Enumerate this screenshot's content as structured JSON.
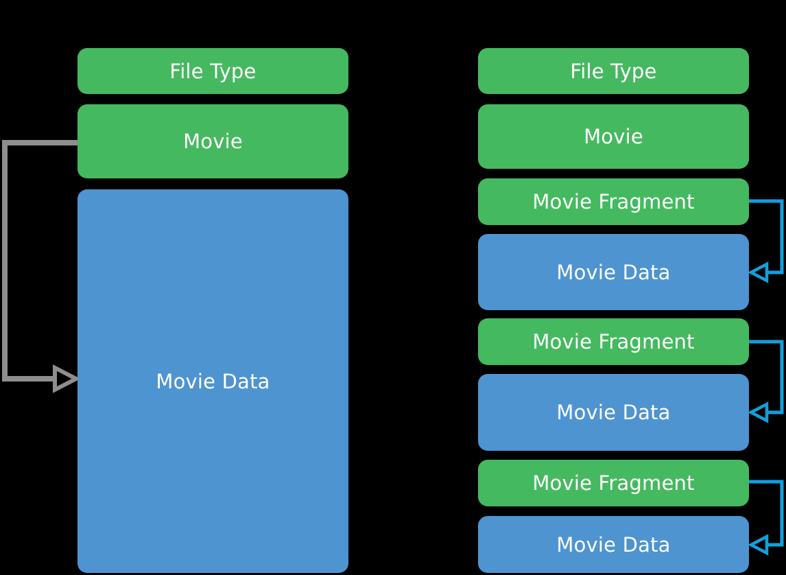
{
  "colors": {
    "background": "#000000",
    "box_green": "#45B95F",
    "box_blue": "#4E94D0",
    "connector_blue": "#10A0DE",
    "arrow_gray": "#8E8E8E",
    "text": "#FFFFFF"
  },
  "diagram": {
    "left_column": {
      "boxes": [
        {
          "label": "File Type",
          "kind": "green"
        },
        {
          "label": "Movie",
          "kind": "green"
        },
        {
          "label": "Movie Data",
          "kind": "blue"
        }
      ]
    },
    "right_column": {
      "boxes": [
        {
          "label": "File Type",
          "kind": "green"
        },
        {
          "label": "Movie",
          "kind": "green"
        },
        {
          "label": "Movie Fragment",
          "kind": "green"
        },
        {
          "label": "Movie Data",
          "kind": "blue"
        },
        {
          "label": "Movie Fragment",
          "kind": "green"
        },
        {
          "label": "Movie Data",
          "kind": "blue"
        },
        {
          "label": "Movie Fragment",
          "kind": "green"
        },
        {
          "label": "Movie Data",
          "kind": "blue"
        }
      ]
    }
  }
}
